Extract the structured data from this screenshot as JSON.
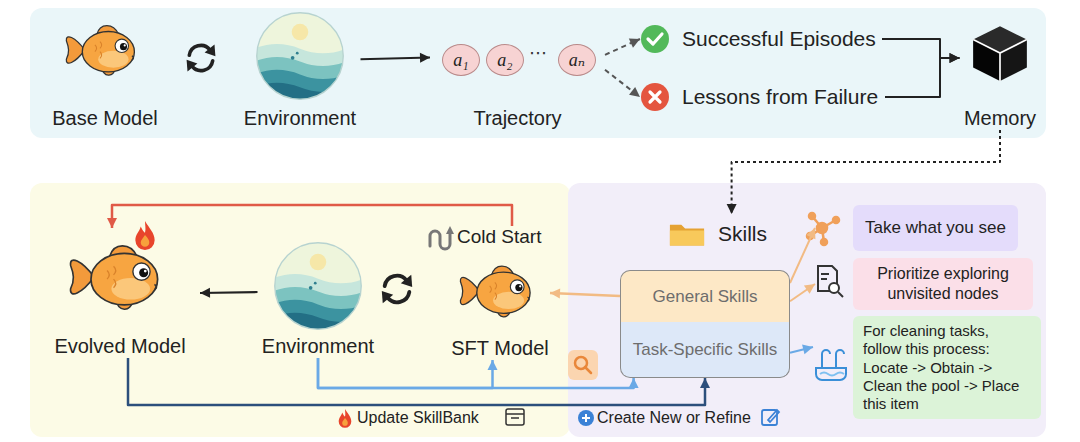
{
  "diagram": {
    "nodes": [
      {
        "text": [
          "Base Model"
        ]
      },
      {
        "text": [
          "Environment"
        ]
      },
      {
        "text": [
          "Trajectory"
        ]
      },
      {
        "text": [
          "a₁"
        ],
        "in": 2
      },
      {
        "text": [
          "a₂"
        ],
        "in": 2
      },
      {
        "text": [
          "aₙ"
        ],
        "in": 2
      },
      {
        "text": [
          "Successful Episodes"
        ]
      },
      {
        "text": [
          "Lessons from Failure"
        ]
      },
      {
        "text": [
          "Memory"
        ]
      },
      {
        "text": [
          "Evolved Model"
        ]
      },
      {
        "text": [
          "Environment"
        ]
      },
      {
        "text": [
          "Cold Start",
          "SFT Model"
        ]
      },
      {
        "text": [
          "Skills"
        ]
      },
      {
        "text": [
          "General Skills"
        ]
      },
      {
        "text": [
          "Task-Specific Skills"
        ]
      },
      {
        "text": [
          "Take what you see"
        ]
      },
      {
        "text": [
          "Prioritize exploring unvisited nodes"
        ]
      },
      {
        "text": [
          "For cleaning tasks, follow this process: Locate -> Obtain -> Clean the pool -> Place this item"
        ]
      }
    ],
    "edges": [
      {
        "from": 1,
        "to": 2,
        "arrow": "to"
      },
      {
        "from": 2,
        "to": 6,
        "arrow": "to"
      },
      {
        "from": 2,
        "to": 7,
        "arrow": "to"
      },
      {
        "from": 6,
        "to": 8,
        "arrow": "to"
      },
      {
        "from": 7,
        "to": 8,
        "arrow": "to"
      },
      {
        "from": 8,
        "to": 12,
        "arrow": "to"
      },
      {
        "from": 13,
        "to": 11,
        "arrow": "to"
      },
      {
        "from": 13,
        "to": 15,
        "arrow": "to"
      },
      {
        "from": 13,
        "to": 16,
        "arrow": "to"
      },
      {
        "from": 14,
        "to": 17,
        "arrow": "to"
      },
      {
        "from": 10,
        "to": 9,
        "arrow": "to"
      },
      {
        "from": 11,
        "to": 9,
        "arrow": "to"
      },
      {
        "from": 10,
        "to": 11,
        "arrow": "to"
      },
      {
        "from": 10,
        "to": 14,
        "arrow": "to"
      },
      {
        "from": 9,
        "to": 14,
        "arrow": "to"
      }
    ],
    "labels": [
      "⋯",
      "Update SkillBank",
      "Create New or Refine"
    ]
  }
}
